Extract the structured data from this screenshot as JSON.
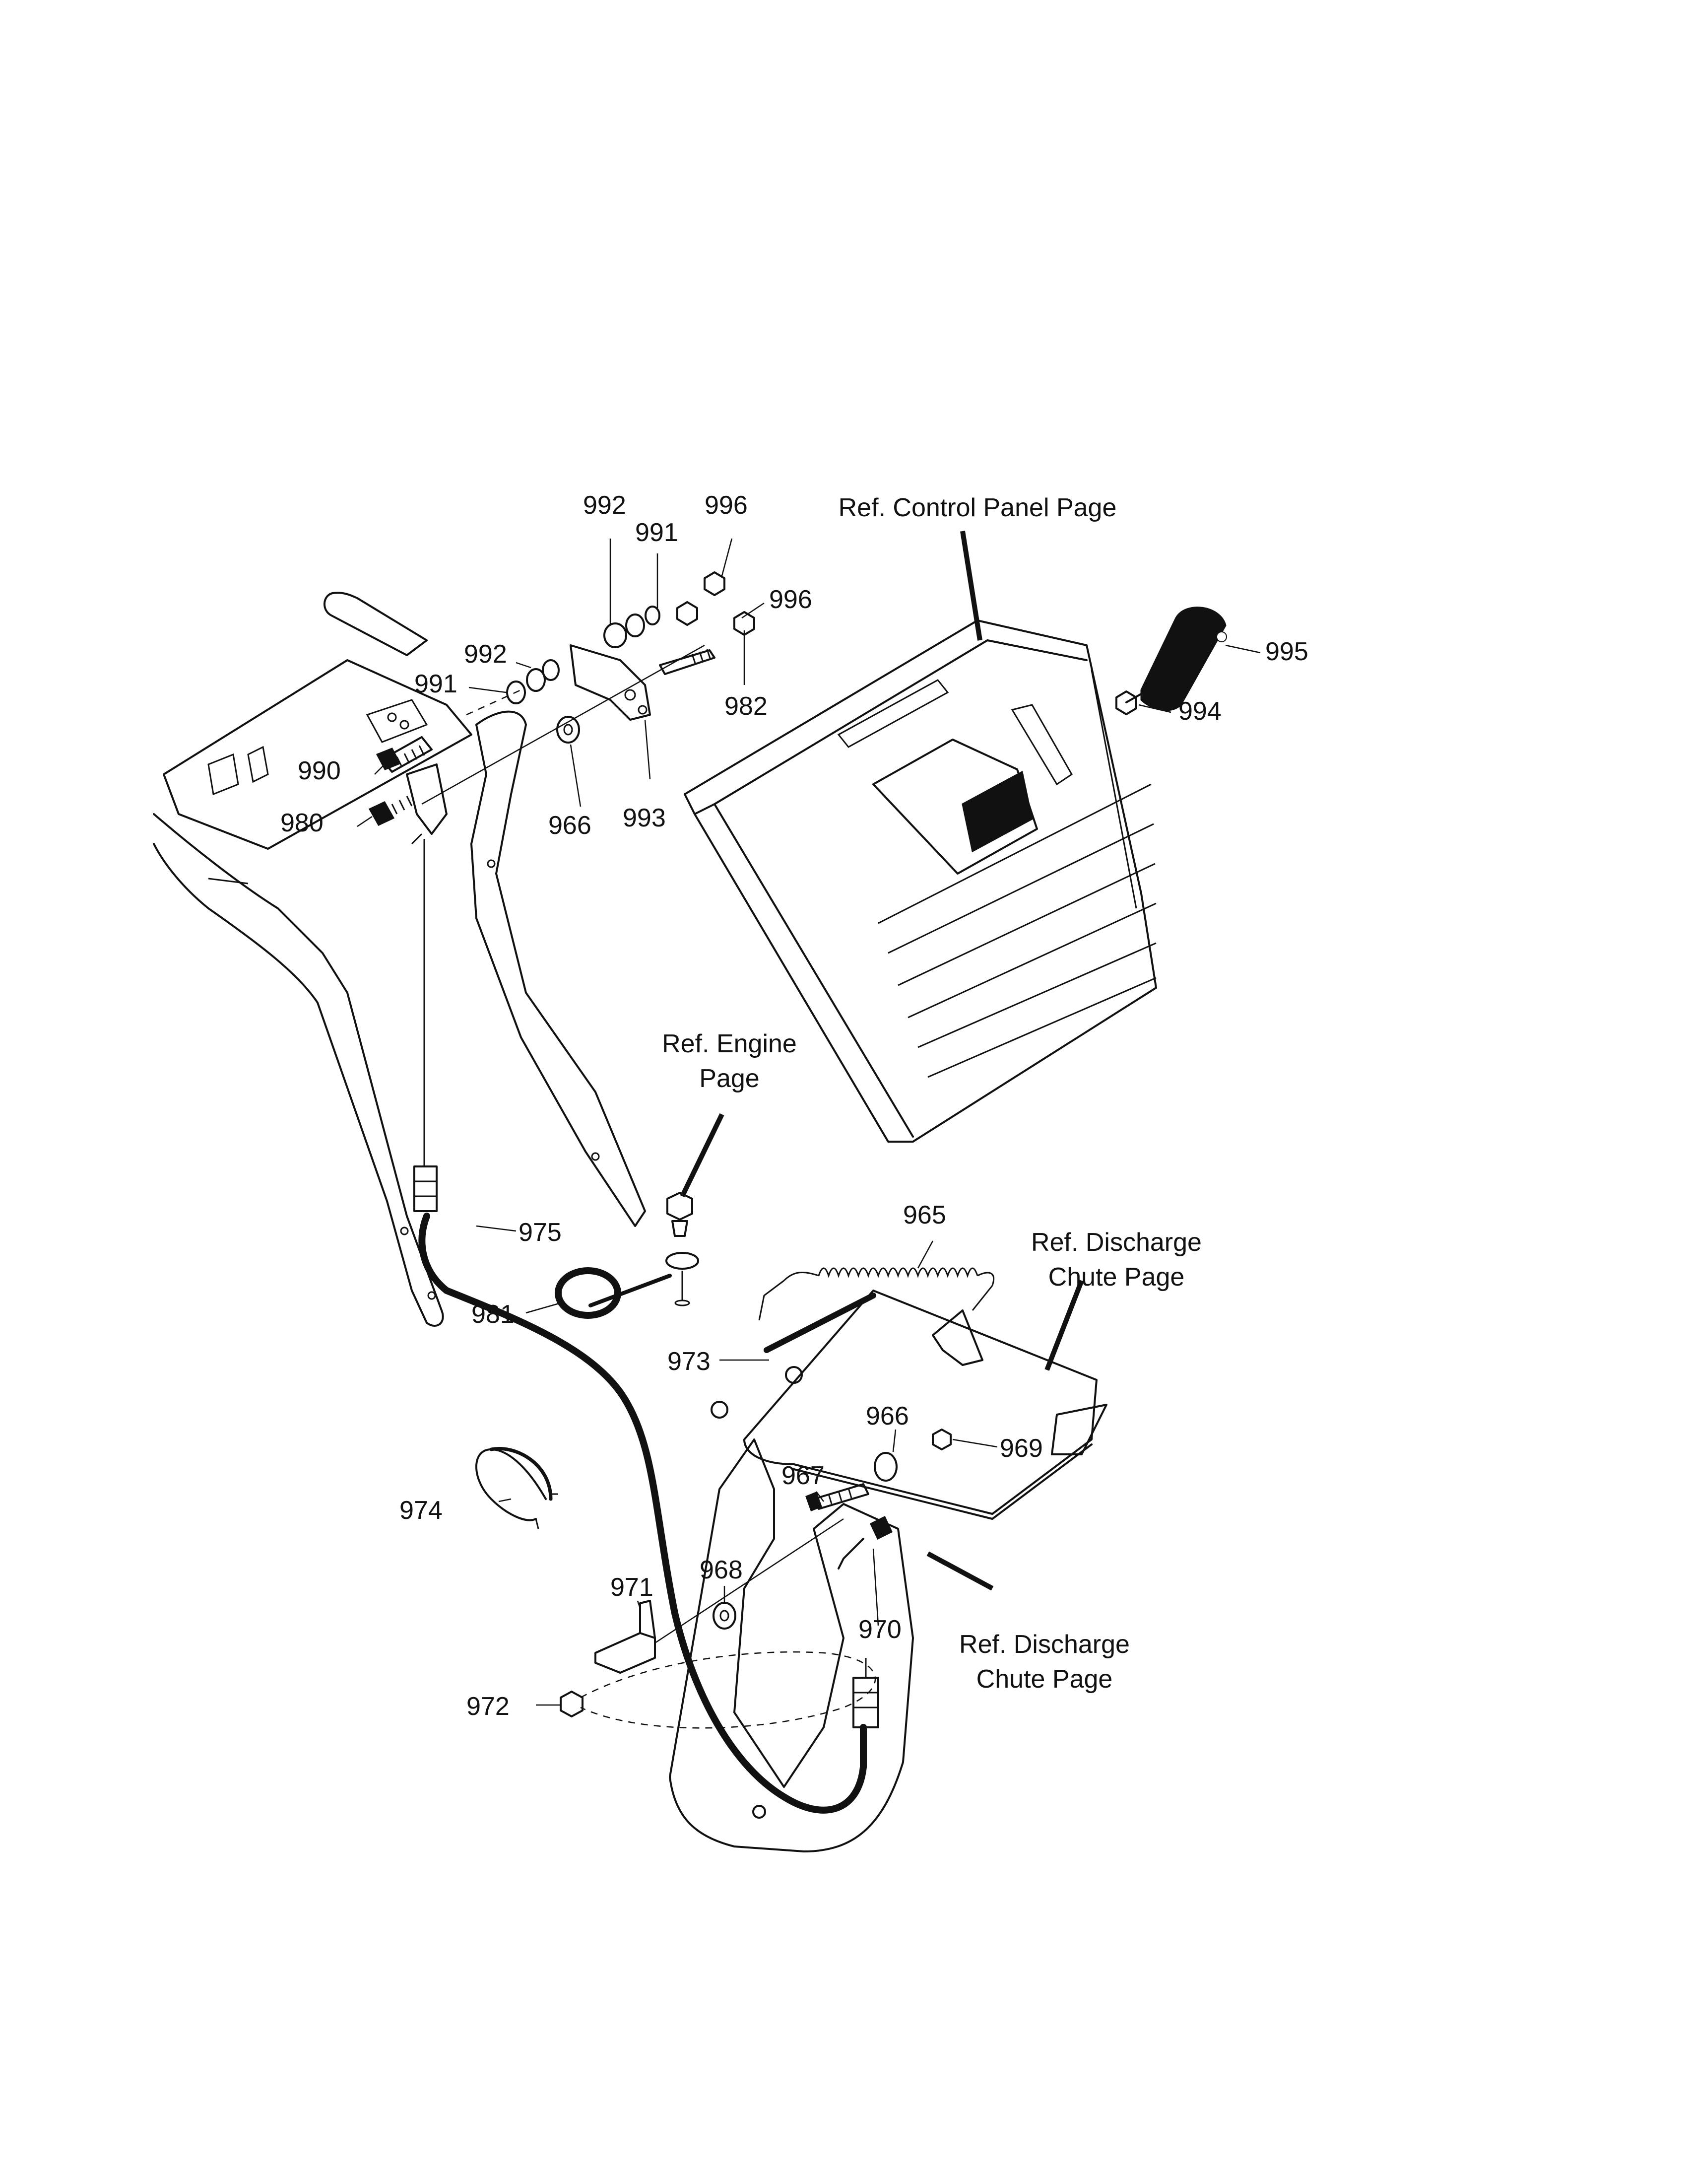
{
  "references": {
    "control_panel": "Ref. Control Panel Page",
    "engine_line1": "Ref. Engine",
    "engine_line2": "Page",
    "discharge_top_line1": "Ref. Discharge",
    "discharge_top_line2": "Chute Page",
    "discharge_bottom_line1": "Ref. Discharge",
    "discharge_bottom_line2": "Chute Page"
  },
  "callouts": {
    "p992a": "992",
    "p996a": "996",
    "p991a": "991",
    "p996b": "996",
    "p992b": "992",
    "p991b": "991",
    "p982": "982",
    "p990": "990",
    "p980": "980",
    "p966a": "966",
    "p993": "993",
    "p995": "995",
    "p994": "994",
    "p975": "975",
    "p965": "965",
    "p981": "981",
    "p973": "973",
    "p966b": "966",
    "p969": "969",
    "p967": "967",
    "p974": "974",
    "p968": "968",
    "p971": "971",
    "p970": "970",
    "p972": "972"
  }
}
